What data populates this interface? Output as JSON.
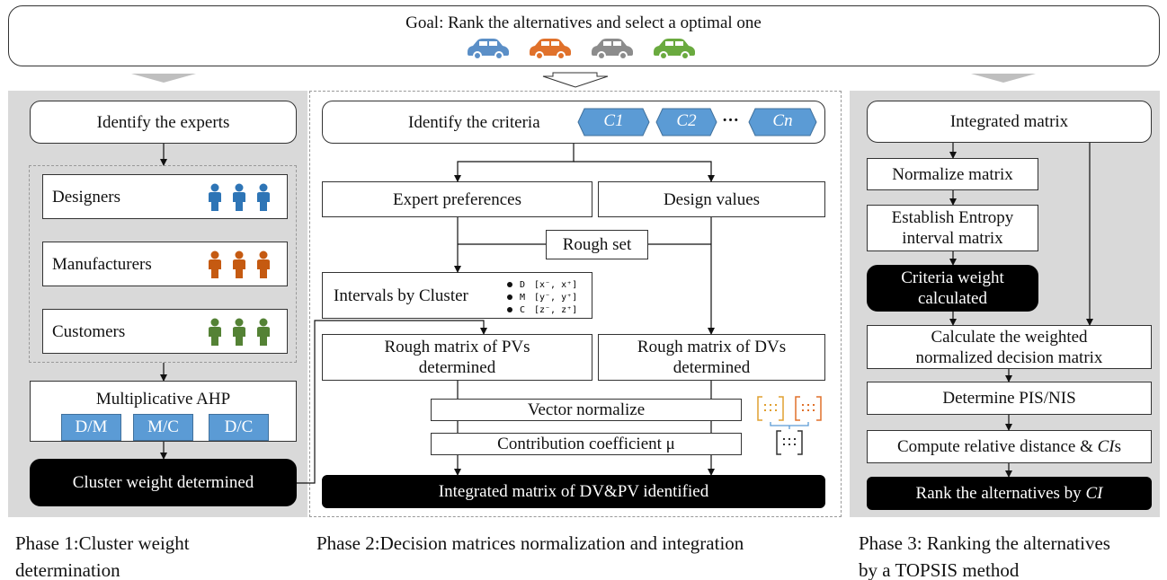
{
  "goal": {
    "text": "Goal: Rank the alternatives and select a optimal one",
    "car_colors": [
      "#5b8fc7",
      "#e0712b",
      "#8c8c8c",
      "#6aaa3f"
    ]
  },
  "phase1": {
    "identify": "Identify the experts",
    "groups": [
      {
        "label": "Designers",
        "color": "#2e75b6"
      },
      {
        "label": "Manufacturers",
        "color": "#c55a11"
      },
      {
        "label": "Customers",
        "color": "#548235"
      }
    ],
    "ahp": {
      "title": "Multiplicative AHP",
      "tags": [
        "D/M",
        "M/C",
        "D/C"
      ]
    },
    "result": "Cluster weight determined",
    "caption_line1": "Phase 1:Cluster weight",
    "caption_line2": "determination"
  },
  "phase2": {
    "identify": "Identify the criteria",
    "criteria": [
      "C1",
      "C2",
      "Cn"
    ],
    "ellipsis": "···",
    "expert_prefs": "Expert preferences",
    "design_values": "Design values",
    "rough_set": "Rough set",
    "intervals": "Intervals by Cluster",
    "legend": [
      {
        "key": "D",
        "range": "[x⁻, x⁺]"
      },
      {
        "key": "M",
        "range": "[y⁻, y⁺]"
      },
      {
        "key": "C",
        "range": "[z⁻, z⁺]"
      }
    ],
    "rough_pv_line1": "Rough matrix of PVs",
    "rough_pv_line2": "determined",
    "rough_dv_line1": "Rough matrix of DVs",
    "rough_dv_line2": "determined",
    "vector_norm": "Vector normalize",
    "contribution": "Contribution coefficient μ",
    "integrated": "Integrated matrix of DV&PV identified",
    "caption": "Phase 2:Decision matrices normalization and integration"
  },
  "phase3": {
    "integrated": "Integrated matrix",
    "normalize": "Normalize matrix",
    "entropy_line1": "Establish Entropy",
    "entropy_line2": "interval matrix",
    "criteria_w_line1": "Criteria weight",
    "criteria_w_line2": "calculated",
    "weighted_line1": "Calculate the weighted",
    "weighted_line2": "normalized decision matrix",
    "pis": "Determine PIS/NIS",
    "distance_prefix": "Compute relative distance & ",
    "distance_ci": "CI",
    "distance_suffix": "s",
    "rank_prefix": "Rank the alternatives by ",
    "rank_ci": "CI",
    "caption_line1": "Phase 3: Ranking the alternatives",
    "caption_line2": "by a TOPSIS method"
  }
}
